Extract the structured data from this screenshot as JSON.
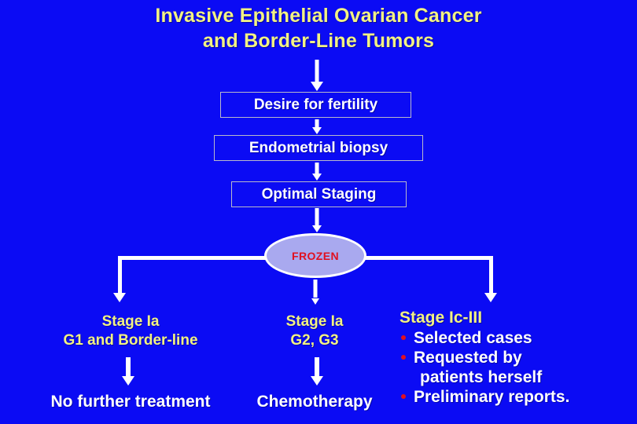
{
  "slide": {
    "background_color": "#0b0bf4",
    "title_color": "#f2f283",
    "body_text_color": "#ffffff",
    "accent_red": "#e01020",
    "ellipse_fill": "#a9a9ef",
    "box_border_color": "#b9b9c9"
  },
  "title": {
    "line1": "Invasive Epithelial Ovarian Cancer",
    "line2": "and Border-Line Tumors"
  },
  "flow_boxes": [
    {
      "label": "Desire for fertility"
    },
    {
      "label": "Endometrial biopsy"
    },
    {
      "label": "Optimal Staging"
    }
  ],
  "decision": {
    "label": "FROZEN"
  },
  "branches": {
    "left": {
      "stage_line1": "Stage Ia",
      "stage_line2": "G1 and Border-line",
      "outcome": "No further treatment"
    },
    "middle": {
      "stage_line1": "Stage Ia",
      "stage_line2": "G2, G3",
      "outcome": "Chemotherapy"
    },
    "right": {
      "stage_title": "Stage Ic-III",
      "bullets": [
        {
          "text": "Selected cases",
          "continuation": ""
        },
        {
          "text": "Requested by",
          "continuation": "patients herself"
        },
        {
          "text": "Preliminary reports.",
          "continuation": ""
        }
      ]
    }
  }
}
